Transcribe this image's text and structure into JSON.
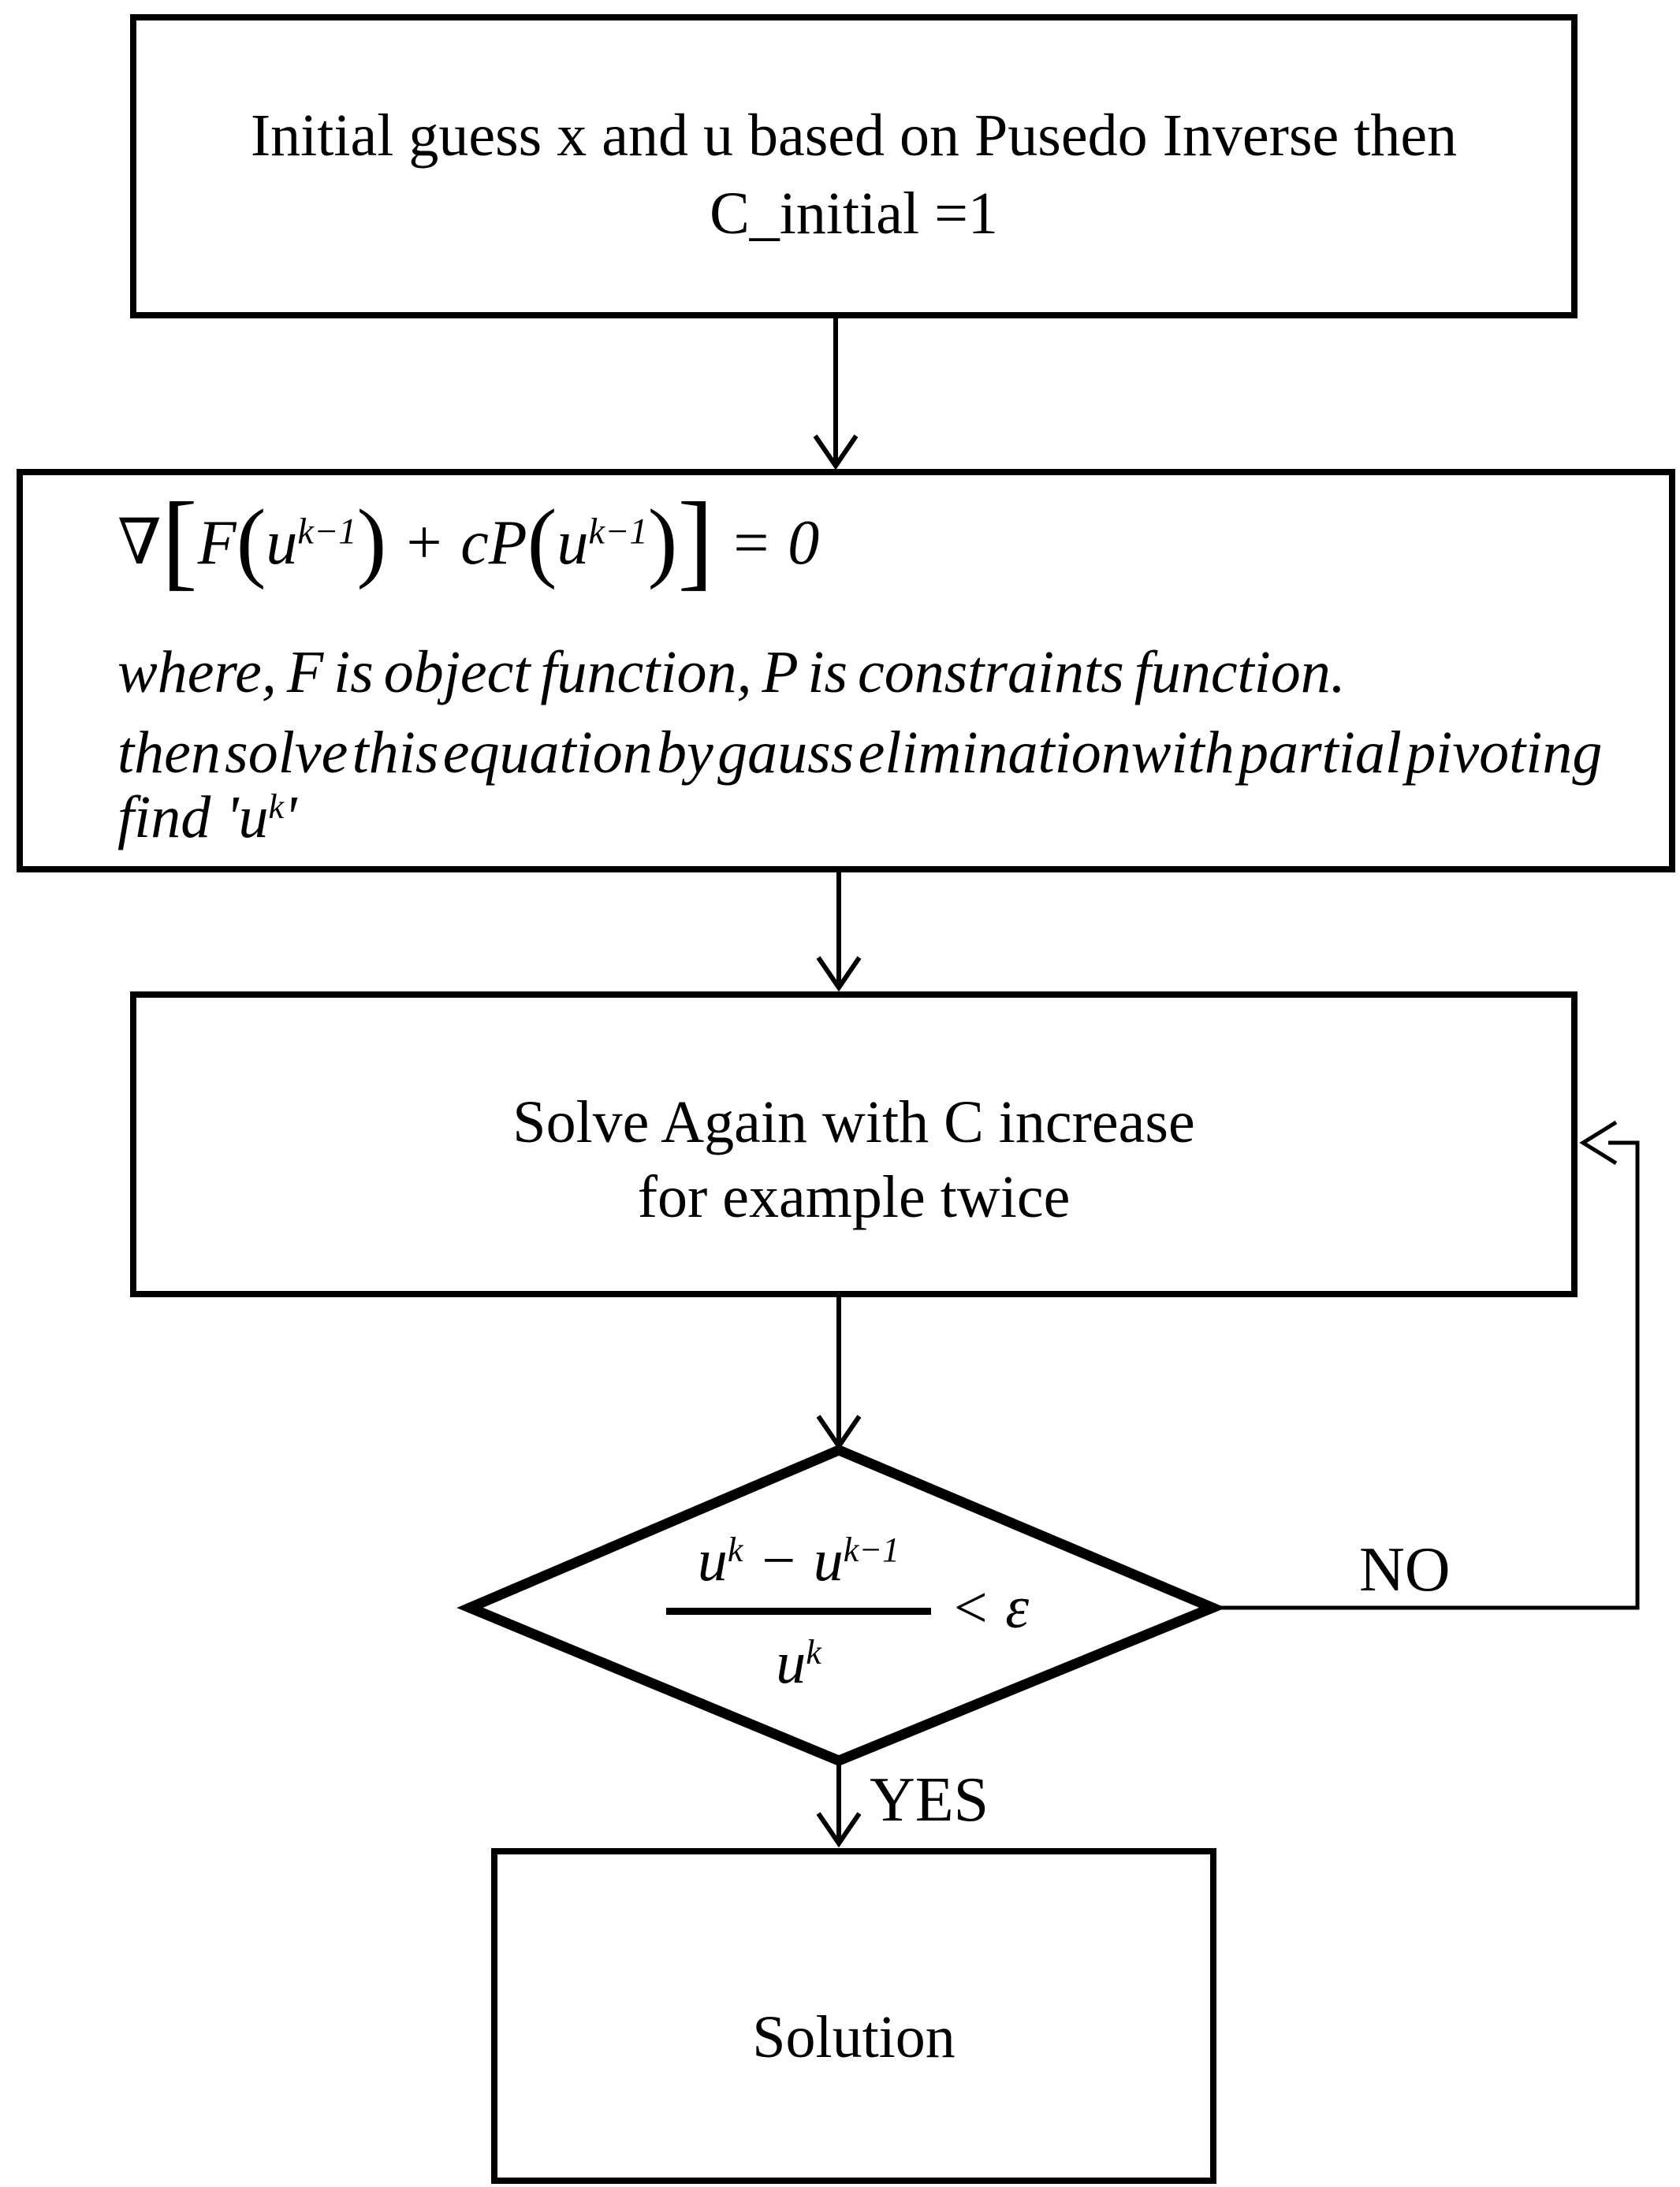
{
  "flowchart": {
    "start_box": {
      "line1": "Initial guess x and u based on Pusedo Inverse then",
      "line2": "C_initial =1"
    },
    "equation_box": {
      "equation": "∇[F(u^{k−1}) + cP(u^{k−1})] = 0",
      "line2": "where, F is object function, P is constraints function.",
      "line3": "then solve this equation by gauss eliminationwith partial pivoting",
      "line4": "find 'u^{k}'"
    },
    "solve_again_box": {
      "line1": "Solve Again with C increase",
      "line2": "for example twice"
    },
    "decision": {
      "numerator": "u^{k} − u^{k−1}",
      "denominator": "u^{k}",
      "comparison": "< ε"
    },
    "labels": {
      "yes": "YES",
      "no": "NO"
    },
    "solution_box": {
      "label": "Solution"
    },
    "colors": {
      "ink": "#000000",
      "background": "#ffffff"
    }
  }
}
